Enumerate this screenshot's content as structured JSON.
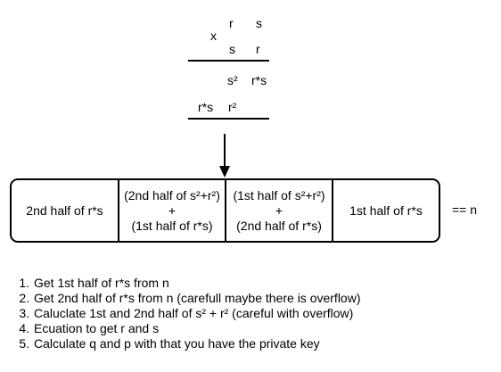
{
  "multiplication": {
    "row1": [
      "r",
      "s"
    ],
    "times_sign": "x",
    "row2": [
      "s",
      "r"
    ],
    "partial1": [
      "s²",
      "r*s"
    ],
    "partial2": [
      "r*s",
      "r²"
    ]
  },
  "cells": [
    {
      "lines": [
        "2nd half of r*s"
      ]
    },
    {
      "lines": [
        "(2nd half of s²+r²)",
        "+",
        "(1st half of r*s)"
      ]
    },
    {
      "lines": [
        "(1st half of s²+r²)",
        "+",
        "(2nd half of r*s)"
      ]
    },
    {
      "lines": [
        "1st half of r*s"
      ]
    }
  ],
  "equals_label": "== n",
  "steps": [
    "Get 1st half of r*s from n",
    "Get 2nd half of r*s from n (carefull maybe there is overflow)",
    "Caluclate 1st and 2nd half of s² + r² (careful with overflow)",
    "Ecuation to get r and s",
    "Calculate q and p with that you have the private key"
  ]
}
